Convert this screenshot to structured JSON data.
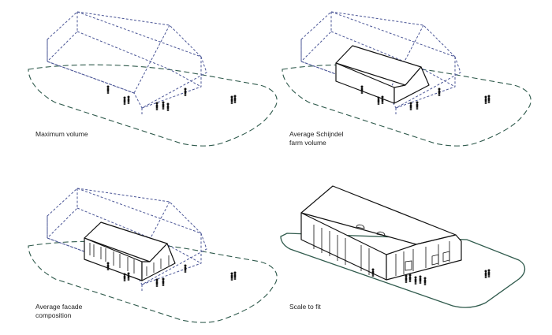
{
  "panels": [
    {
      "id": "maximum-volume",
      "caption": "Maximum volume"
    },
    {
      "id": "average-farm-volume",
      "caption": "Average Schijndel\nfarm volume"
    },
    {
      "id": "average-facade",
      "caption": "Average facade\ncomposition"
    },
    {
      "id": "scale-to-fit",
      "caption": "Scale to fit"
    }
  ],
  "colors": {
    "volume_outline": "#4a5596",
    "site_outline": "#2f5a4c",
    "building_outline": "#111111"
  }
}
